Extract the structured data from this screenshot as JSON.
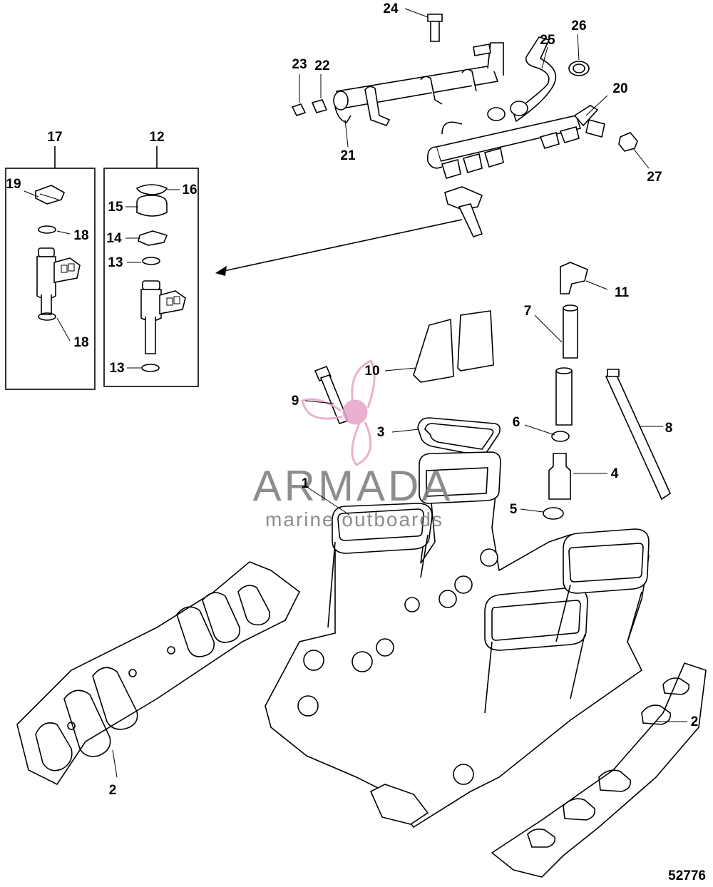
{
  "callouts": [
    "1",
    "2",
    "2",
    "3",
    "4",
    "5",
    "6",
    "7",
    "8",
    "9",
    "10",
    "11",
    "12",
    "13",
    "13",
    "14",
    "15",
    "16",
    "17",
    "18",
    "18",
    "19",
    "20",
    "21",
    "22",
    "23",
    "24",
    "25",
    "26",
    "27"
  ],
  "watermark": {
    "brand": "ARMADA",
    "tagline": "marine outboards",
    "accent_color": "#e8a3c8",
    "text_color": "#7a7a7a"
  },
  "figure_number": "52776"
}
